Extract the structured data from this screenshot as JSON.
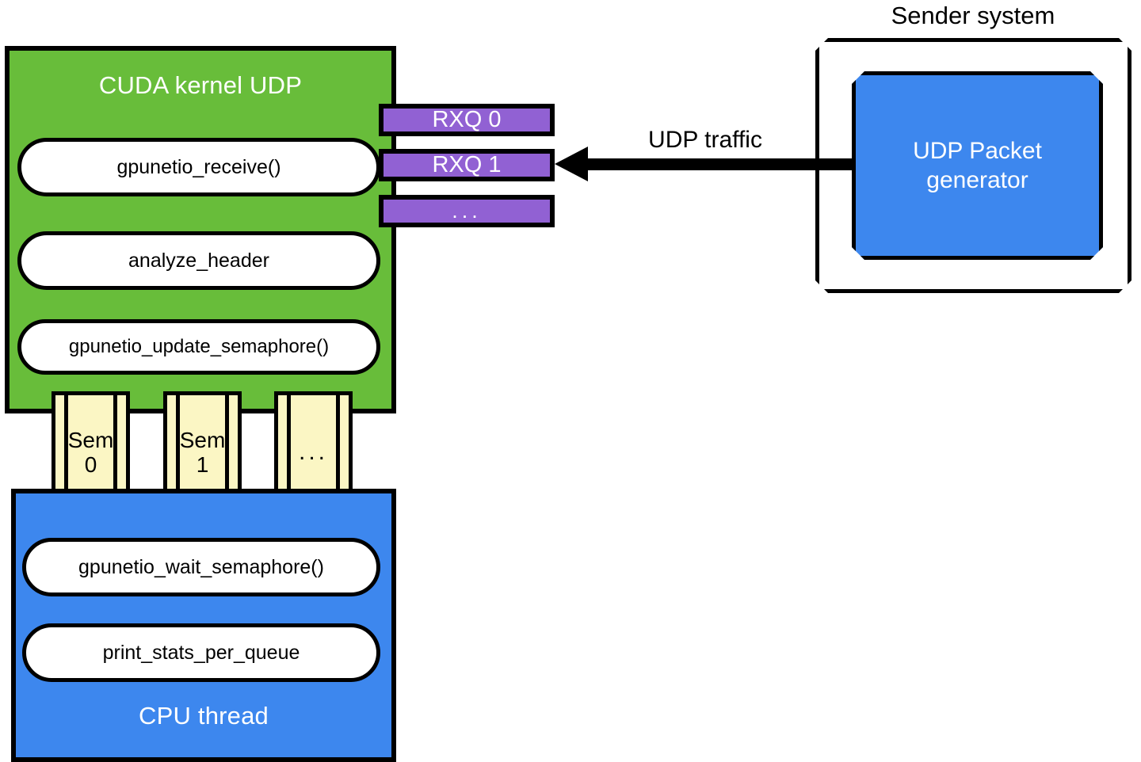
{
  "diagram": {
    "title_context": "GPUNetIO UDP receive pipeline",
    "gpu_panel": {
      "title": "CUDA kernel UDP",
      "bg_color": "#68bd3a",
      "title_color": "#ffffff",
      "nodes": [
        {
          "label": "gpunetio_receive()"
        },
        {
          "label": "analyze_header"
        },
        {
          "label": "gpunetio_update_semaphore()"
        }
      ]
    },
    "cpu_panel": {
      "title": "CPU thread",
      "bg_color": "#3d87ee",
      "title_color": "#ffffff",
      "nodes": [
        {
          "label": "gpunetio_wait_semaphore()"
        },
        {
          "label": "print_stats_per_queue"
        }
      ]
    },
    "receive_queues": {
      "color": "#9161d3",
      "text_color": "#ffffff",
      "items": [
        {
          "label": "RXQ 0"
        },
        {
          "label": "RXQ 1"
        },
        {
          "label": "..."
        }
      ]
    },
    "semaphores": {
      "color": "#fbf6c4",
      "items": [
        {
          "name": "Sem",
          "index": "0"
        },
        {
          "name": "Sem",
          "index": "1"
        },
        {
          "name": "...",
          "index": ""
        }
      ]
    },
    "sender": {
      "title": "Sender system",
      "generator": {
        "line1": "UDP Packet",
        "line2": "generator",
        "color": "#3d87ee",
        "text_color": "#ffffff"
      }
    },
    "flow": {
      "arrow_label": "UDP traffic",
      "arrow_color": "#000000",
      "direction": "right-to-left"
    }
  }
}
